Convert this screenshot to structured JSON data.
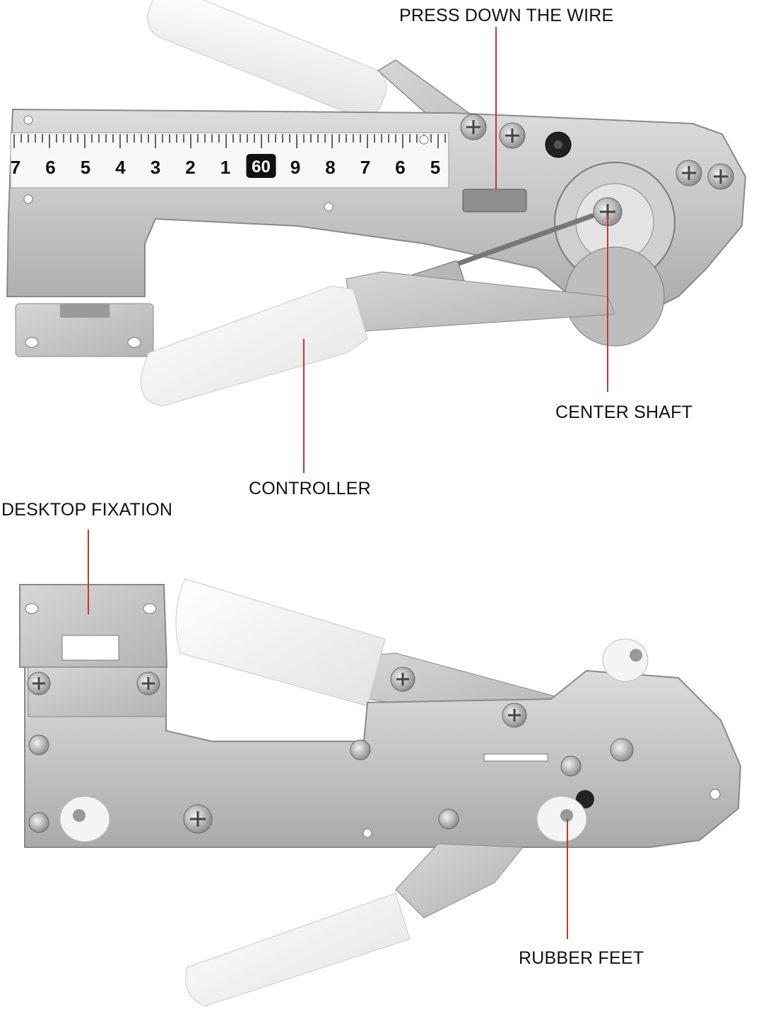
{
  "labels": {
    "press_down_the_wire": "PRESS DOWN THE WIRE",
    "center_shaft": "CENTER SHAFT",
    "controller": "CONTROLLER",
    "desktop_fixation": "DESKTOP FIXATION",
    "rubber_feet": "RUBBER FEET"
  },
  "ruler": {
    "numbers": [
      "7",
      "6",
      "5",
      "4",
      "3",
      "2",
      "1",
      "60",
      "9",
      "8",
      "7",
      "6",
      "5"
    ]
  },
  "colors": {
    "leader_line": "#c0392b",
    "steel": "#c9c9c9",
    "handle": "#f3f3f3"
  }
}
